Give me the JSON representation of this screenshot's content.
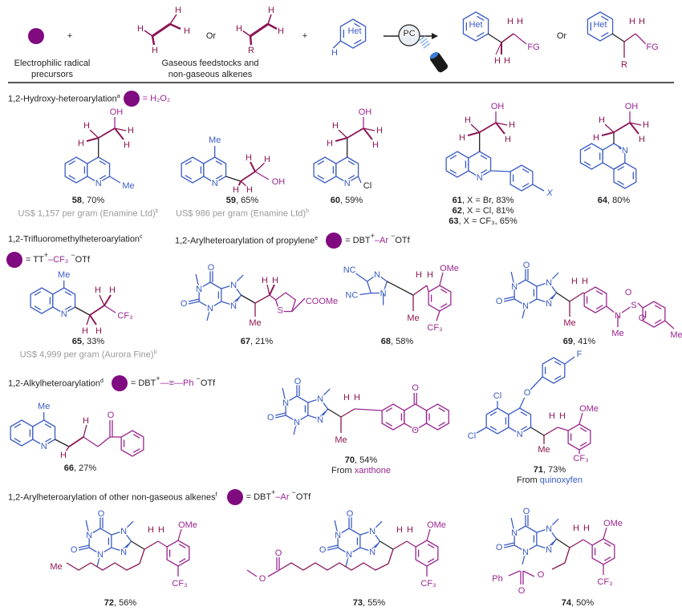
{
  "scheme": {
    "reagent_label": [
      "Electrophilic radical",
      "precursors"
    ],
    "alkene_label": [
      "Gaseous feedstocks and",
      "non-gaseous alkenes"
    ],
    "plus": "+",
    "or": "Or",
    "catalyst": "PC",
    "ethylene_atoms": [
      "H",
      "H",
      "H",
      "H"
    ],
    "propene_atoms": [
      "H",
      "H",
      "H",
      "R"
    ],
    "heteroarene_atoms": [
      "Het",
      "H"
    ],
    "product1_atoms": [
      "Het",
      "H",
      "H",
      "H",
      "H",
      "FG"
    ],
    "product2_atoms": [
      "Het",
      "H",
      "H",
      "FG",
      "R"
    ],
    "icons": [
      "radical-precursor-dot",
      "light-source-lamp",
      "photocatalyst-cycle"
    ]
  },
  "sections": [
    {
      "title": "1,2-Hydroxy-heteroarylation",
      "sup": "a",
      "reagent": [
        "= H₂O₂"
      ]
    },
    {
      "title": "1,2-Trifluoromethylheteroarylation",
      "sup": "c",
      "reagent": [
        "= TT",
        "+",
        "–CF₃",
        "−",
        "OTf"
      ]
    },
    {
      "title": "1,2-Arylheteroarylation of propylene",
      "sup": "e",
      "reagent": [
        "= DBT",
        "+",
        "–Ar",
        "−",
        "OTf"
      ]
    },
    {
      "title": "1,2-Alkylheteroarylation",
      "sup": "d",
      "reagent": [
        "= DBT",
        "+",
        "—≡—Ph",
        "−",
        "OTf"
      ]
    },
    {
      "title": "1,2-Arylheteroarylation of other non-gaseous alkenes",
      "sup": "f",
      "reagent": [
        "= DBT",
        "+",
        "–Ar",
        "−",
        "OTf"
      ]
    }
  ],
  "xanthine_atoms": [
    "N",
    "N",
    "O",
    "O",
    "N",
    "N"
  ],
  "compounds": [
    {
      "id": "58",
      "yield": ", 70%",
      "price": "US$ 1,157 per gram (Enamine Ltd)",
      "price_sup": "b",
      "atoms": [
        "N",
        "Me",
        "OH",
        "H",
        "H",
        "H",
        "H"
      ]
    },
    {
      "id": "59",
      "yield": ", 65%",
      "price": "US$ 986 per gram (Enamine Ltd)",
      "price_sup": "b",
      "atoms": [
        "N",
        "Me",
        "OH",
        "H",
        "H",
        "H",
        "H"
      ]
    },
    {
      "id": "60",
      "yield": ", 59%",
      "atoms": [
        "N",
        "Cl",
        "OH",
        "H",
        "H",
        "H",
        "H"
      ]
    },
    {
      "id": "61",
      "yield": ", X = Br, 83%",
      "more": [
        {
          "id": "62",
          "yield": ", X = Cl, 81%"
        },
        {
          "id": "63",
          "yield": ", X = CF₃, 65%"
        }
      ],
      "atoms": [
        "N",
        "OH",
        "H",
        "H",
        "H",
        "H",
        "X"
      ]
    },
    {
      "id": "64",
      "yield": ", 80%",
      "atoms": [
        "N",
        "OH",
        "H",
        "H",
        "H",
        "H"
      ]
    },
    {
      "id": "65",
      "yield": ", 33%",
      "price": "US$ 4,999 per gram (Aurora Fine)",
      "price_sup": "b",
      "atoms": [
        "N",
        "Me",
        "CF₃",
        "H",
        "H",
        "H",
        "H"
      ]
    },
    {
      "id": "67",
      "yield": ", 21%",
      "atoms": [
        "Me",
        "H",
        "H",
        "S",
        "COOMe"
      ]
    },
    {
      "id": "68",
      "yield": ", 58%",
      "atoms": [
        "NC",
        "NC",
        "N",
        "N",
        "Me",
        "H",
        "H",
        "OMe",
        "CF₃"
      ]
    },
    {
      "id": "69",
      "yield": ", 41%",
      "atoms": [
        "N",
        "Me",
        "S",
        "O",
        "O",
        "Me",
        "H",
        "H",
        "Me"
      ]
    },
    {
      "id": "66",
      "yield": ", 27%",
      "atoms": [
        "N",
        "Me",
        "O",
        "H",
        "H"
      ]
    },
    {
      "id": "70",
      "yield": ", 54%",
      "from": "From ",
      "source": "xanthone",
      "atoms": [
        "Me",
        "H",
        "H",
        "O",
        "O"
      ]
    },
    {
      "id": "71",
      "yield": ", 73%",
      "from": "From ",
      "source": "quinoxyfen",
      "atoms": [
        "Cl",
        "Cl",
        "O",
        "F",
        "N",
        "Me",
        "H",
        "H",
        "OMe",
        "CF₃"
      ]
    },
    {
      "id": "72",
      "yield": ", 56%",
      "atoms": [
        "Me",
        "H",
        "H",
        "OMe",
        "CF₃"
      ]
    },
    {
      "id": "73",
      "yield": ", 55%",
      "atoms": [
        "O",
        "O",
        "H",
        "H",
        "OMe",
        "CF₃"
      ]
    },
    {
      "id": "74",
      "yield": ", 50%",
      "atoms": [
        "Ph",
        "O",
        "O",
        "H",
        "H",
        "OMe",
        "CF₃"
      ]
    }
  ],
  "colors": {
    "heteroarene": "#3b5cc4",
    "alkene": "#8c1654",
    "functional_group": "#9a2690",
    "radical": "#800a7f",
    "price": "#999999"
  }
}
